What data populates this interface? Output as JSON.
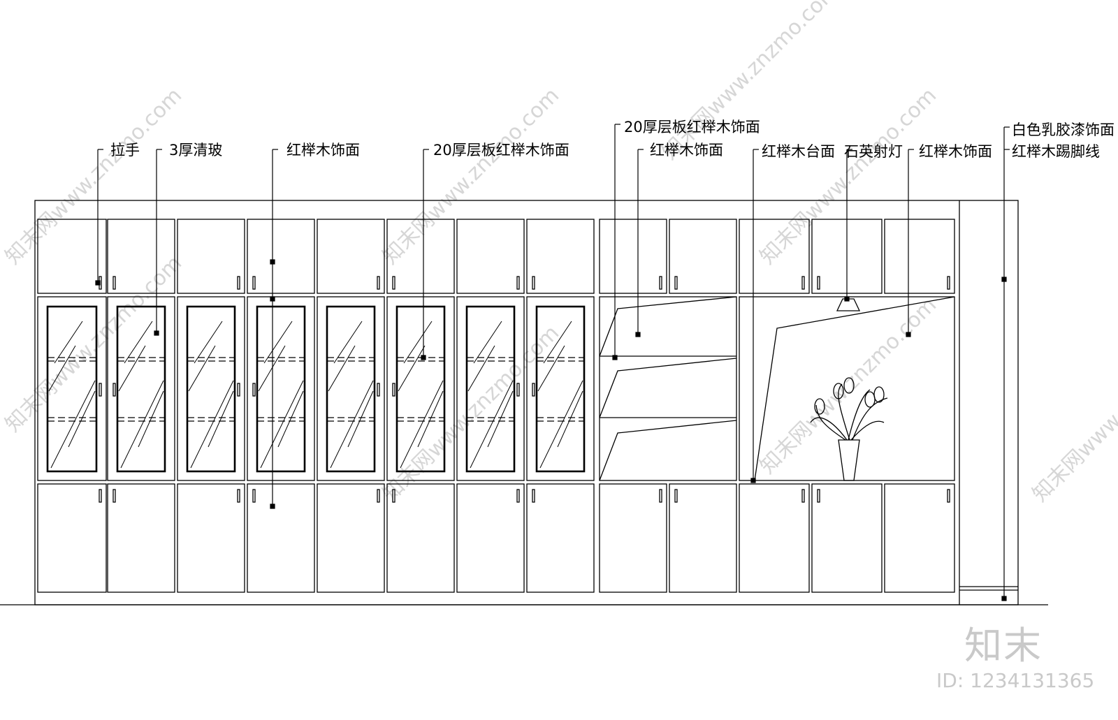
{
  "annotations": {
    "handle": "拉手",
    "glass": "3厚清玻",
    "beech_1": "红榉木饰面",
    "plywood_1": "20厚层板红榉木饰面",
    "plywood_2": "20厚层板红榉木饰面",
    "beech_2": "红榉木饰面",
    "countertop": "红榉木台面",
    "spotlight": "石英射灯",
    "beech_3": "红榉木饰面",
    "latex": "白色乳胶漆饰面",
    "skirting": "红榉木踢脚线"
  },
  "watermark": {
    "logo": "知末",
    "id": "ID: 1234131365",
    "site": "知末网www.znzmo.com"
  },
  "colors": {
    "line": "#000000",
    "watermark": "#c9c9c9"
  }
}
